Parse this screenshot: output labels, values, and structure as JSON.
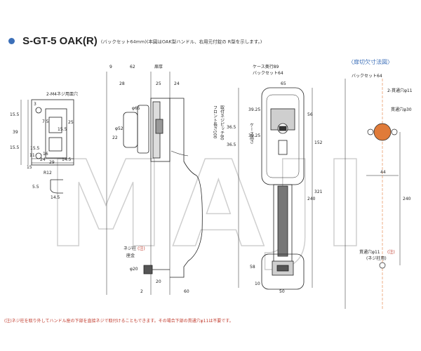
{
  "title": {
    "main": "S-GT-5 OAK(R)",
    "subtitle": "(バックセット64mm)(本図はOAK型ハンドル、右用元付錠の R型を示します。)"
  },
  "door_cutout_title": "〈扉切欠寸法図〉",
  "watermark": "MAJI",
  "footnote": "(注)ネジ柱を取り外してハンドル座の下部を直接ネジで取付けることもできます。その場合下部の貫通穴φ11は不要です。",
  "strike": {
    "screw_label": "2-M4ネジ用皿穴",
    "r_label": "R12",
    "dims": [
      "15.5",
      "39",
      "15.5",
      "3",
      "7.5",
      "15.5",
      "25",
      "15.5",
      "11",
      "16",
      "29",
      "24",
      "14.5",
      "15",
      "5.5",
      "14.5"
    ]
  },
  "lockset_side": {
    "dims": [
      "9",
      "62",
      "28",
      "φ65",
      "φ52",
      "22",
      "25",
      "24",
      "扉厚",
      "φ20",
      "2",
      "20",
      "60"
    ],
    "screw_post_label": "ネジ柱",
    "screw_post_note": "(注)",
    "seat_label": "座金"
  },
  "front_view": {
    "dims": [
      "ケース奥行89",
      "バックセット64",
      "65",
      "56",
      "152",
      "240",
      "321",
      "39.25",
      "39.25",
      "36.5",
      "36.5",
      "58",
      "50",
      "10"
    ],
    "vertical_labels": [
      "フロント長さ100",
      "取付ネジピッチ80",
      "ケース高さ"
    ]
  },
  "door_cutout": {
    "backset_label": "バックセット64",
    "through_hole_2": "2-貫通穴φ11",
    "through_hole_30": "貫通穴φ30",
    "dim_44": "44",
    "dim_240": "240",
    "through_hole_11": "貫通穴φ11",
    "through_hole_11_note": "(注)",
    "screw_post_use": "(ネジ柱用)"
  },
  "colors": {
    "title_dot": "#3c6fb8",
    "note_red": "#c0392b",
    "cutout_orange": "#e07b39",
    "fill_gray": "#777777"
  }
}
